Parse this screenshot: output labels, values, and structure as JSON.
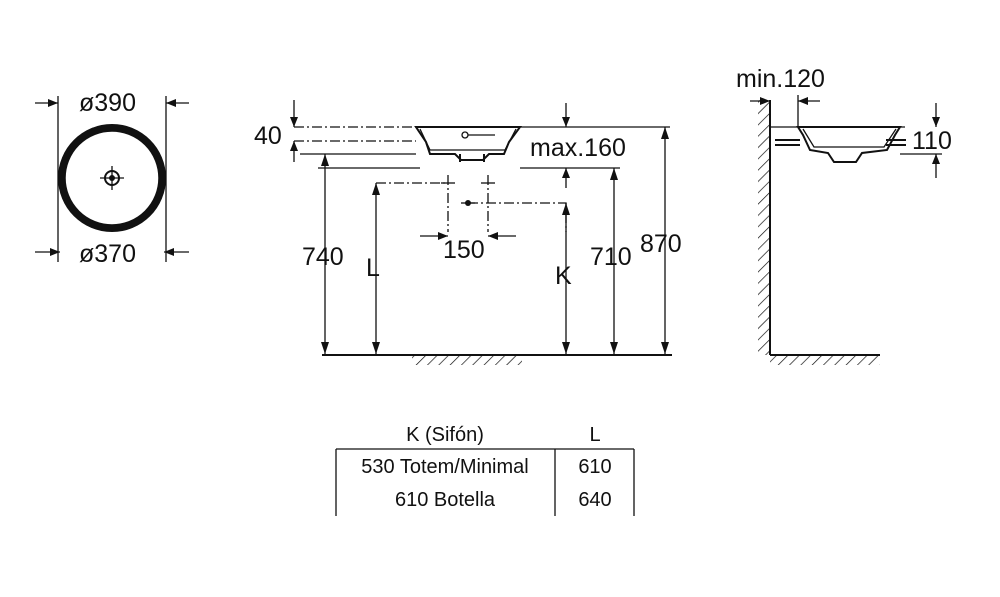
{
  "top_view": {
    "outer_diameter": "ø390",
    "inner_diameter": "ø370"
  },
  "front_view": {
    "dim_basin_height": "40",
    "dim_max_siphon": "max.160",
    "dim_tap_spacing": "150",
    "dim_counter_height": "740",
    "dim_L": "L",
    "dim_K": "K",
    "dim_basin_bottom": "710",
    "dim_total_height": "870"
  },
  "side_view": {
    "dim_wall_clearance": "min.120",
    "dim_side_height": "110"
  },
  "siphon_table": {
    "headers": [
      "K (Sifón)",
      "L"
    ],
    "rows": [
      [
        "530 Totem/Minimal",
        "610"
      ],
      [
        "610 Botella",
        "640"
      ]
    ]
  }
}
